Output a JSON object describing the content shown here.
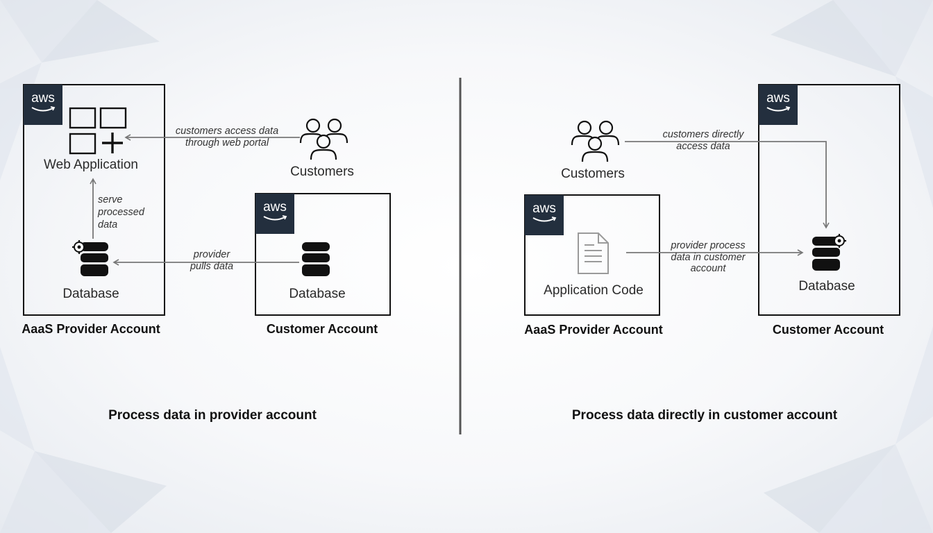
{
  "left": {
    "caption": "Process data in provider account",
    "provider_account": {
      "title": "AaaS Provider Account",
      "badge": "aws",
      "web_app_label": "Web Application",
      "database_label": "Database",
      "serve_label": "serve\nprocessed\ndata"
    },
    "customer_account": {
      "title": "Customer Account",
      "badge": "aws",
      "database_label": "Database"
    },
    "customers_label": "Customers",
    "access_label": "customers access data\nthrough web portal",
    "pull_label": "provider\npulls data"
  },
  "right": {
    "caption": "Process data directly in customer account",
    "provider_account": {
      "title": "AaaS Provider Account",
      "badge": "aws",
      "code_label": "Application Code"
    },
    "customer_account": {
      "title": "Customer Account",
      "badge": "aws",
      "database_label": "Database"
    },
    "customers_label": "Customers",
    "access_label": "customers directly\naccess data",
    "process_label": "provider process\ndata in customer\naccount"
  },
  "colors": {
    "aws_badge": "#232f3e",
    "box_border": "#111111",
    "arrow": "#777777",
    "divider": "#555555"
  },
  "icons": [
    "aws-logo-icon",
    "web-app-icon",
    "database-icon",
    "database-gear-icon",
    "users-icon",
    "document-icon"
  ]
}
